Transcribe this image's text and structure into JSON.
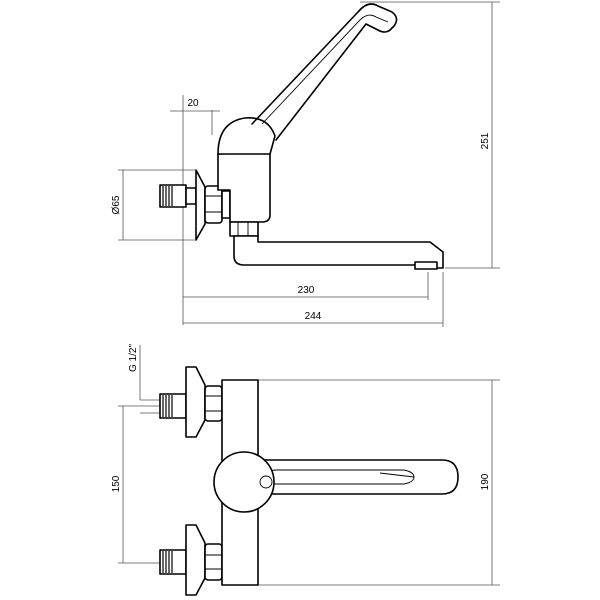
{
  "drawing": {
    "colors": {
      "line": "#000000",
      "dimension": "#555555",
      "background": "#ffffff"
    },
    "side_view": {
      "dim_top_offset": "20",
      "dim_height": "251",
      "dim_flange_diameter": "Ø65",
      "dim_spout_reach": "230",
      "dim_total_length": "244"
    },
    "front_view": {
      "dim_thread": "G 1/2\"",
      "dim_inlet_spacing": "150",
      "dim_body_height": "190"
    }
  }
}
